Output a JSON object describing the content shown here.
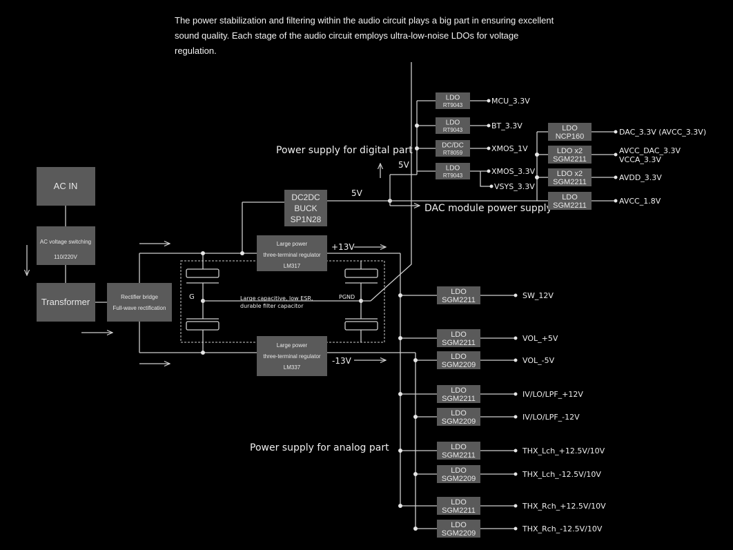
{
  "intro": "The power stabilization and filtering within the audio circuit plays a big part in ensuring excellent sound quality. Each stage of the audio circuit employs ultra-low-noise LDOs for voltage regulation.",
  "input_chain": {
    "ac_in": "AC IN",
    "ac_switch_l1": "AC voltage switching",
    "ac_switch_l2": "110/220V",
    "transformer": "Transformer",
    "rectifier_l1": "Rectifier bridge",
    "rectifier_l2": "Full-wave rectification"
  },
  "regulators": {
    "pos_l1": "Large power",
    "pos_l2": "three-terminal regulator",
    "pos_l3": "LM317",
    "pos_out": "+13V",
    "neg_l1": "Large power",
    "neg_l2": "three-terminal regulator",
    "neg_l3": "LM337",
    "neg_out": "-13V",
    "ground_label": "G",
    "pgnd_label": "PGND",
    "cap_l1": "Large capacitive, low ESR,",
    "cap_l2": "durable filter capacitor"
  },
  "buck": {
    "l1": "DC2DC",
    "l2": "BUCK",
    "l3": "SP1N28",
    "out_5v_a": "5V",
    "out_5v_b": "5V"
  },
  "sections": {
    "digital": "Power supply for digital part",
    "analog": "Power supply for analog part",
    "dac": "DAC module power supply"
  },
  "digital_rails": [
    {
      "top": "LDO",
      "bottom": "RT9043",
      "output": "MCU_3.3V"
    },
    {
      "top": "LDO",
      "bottom": "RT9043",
      "output": "BT_3.3V"
    },
    {
      "top": "DC/DC",
      "bottom": "RT8059",
      "output": "XMOS_1V"
    },
    {
      "top": "LDO",
      "bottom": "RT9043",
      "output": "XMOS_3.3V",
      "output2": "VSYS_3.3V"
    }
  ],
  "dac_rails": [
    {
      "top": "LDO",
      "bottom": "NCP160",
      "output": "DAC_3.3V (AVCC_3.3V)"
    },
    {
      "top": "LDO x2",
      "bottom": "SGM2211",
      "output": "AVCC_DAC_3.3V",
      "output2": "VCCA_3.3V"
    },
    {
      "top": "LDO x2",
      "bottom": "SGM2211",
      "output": "AVDD_3.3V"
    },
    {
      "top": "LDO",
      "bottom": "SGM2211",
      "output": "AVCC_1.8V"
    }
  ],
  "analog_rails": [
    {
      "top": "LDO",
      "bottom": "SGM2211",
      "output": "SW_12V"
    },
    {
      "top": "LDO",
      "bottom": "SGM2211",
      "output": "VOL_+5V"
    },
    {
      "top": "LDO",
      "bottom": "SGM2209",
      "output": "VOL_-5V"
    },
    {
      "top": "LDO",
      "bottom": "SGM2211",
      "output": "IV/LO/LPF_+12V"
    },
    {
      "top": "LDO",
      "bottom": "SGM2209",
      "output": "IV/LO/LPF_-12V"
    },
    {
      "top": "LDO",
      "bottom": "SGM2211",
      "output": "THX_Lch_+12.5V/10V"
    },
    {
      "top": "LDO",
      "bottom": "SGM2209",
      "output": "THX_Lch_-12.5V/10V"
    },
    {
      "top": "LDO",
      "bottom": "SGM2211",
      "output": "THX_Rch_+12.5V/10V"
    },
    {
      "top": "LDO",
      "bottom": "SGM2209",
      "output": "THX_Rch_-12.5V/10V"
    }
  ]
}
